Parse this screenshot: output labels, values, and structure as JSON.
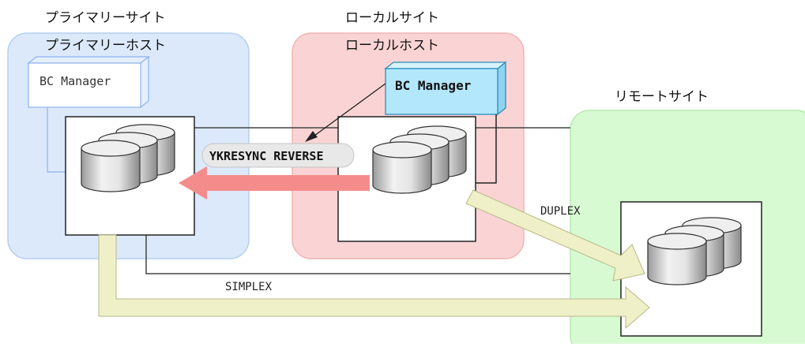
{
  "sites": {
    "primary": {
      "site_label": "プライマリーサイト",
      "host_label": "プライマリーホスト",
      "bc_manager": "BC Manager",
      "color": "#dbe9fb"
    },
    "local": {
      "site_label": "ローカルサイト",
      "host_label": "ローカルホスト",
      "bc_manager": "BC Manager",
      "color": "#fad4d4"
    },
    "remote": {
      "site_label": "リモートサイト",
      "color": "#d8fad3"
    }
  },
  "links": {
    "command": "YKRESYNC REVERSE",
    "duplex": "DUPLEX",
    "simplex": "SIMPLEX"
  },
  "colors": {
    "reverse_arrow": "#f58c8c",
    "pair_arrow": "#eff0c7",
    "bc_highlight": "#b3e7fb"
  }
}
